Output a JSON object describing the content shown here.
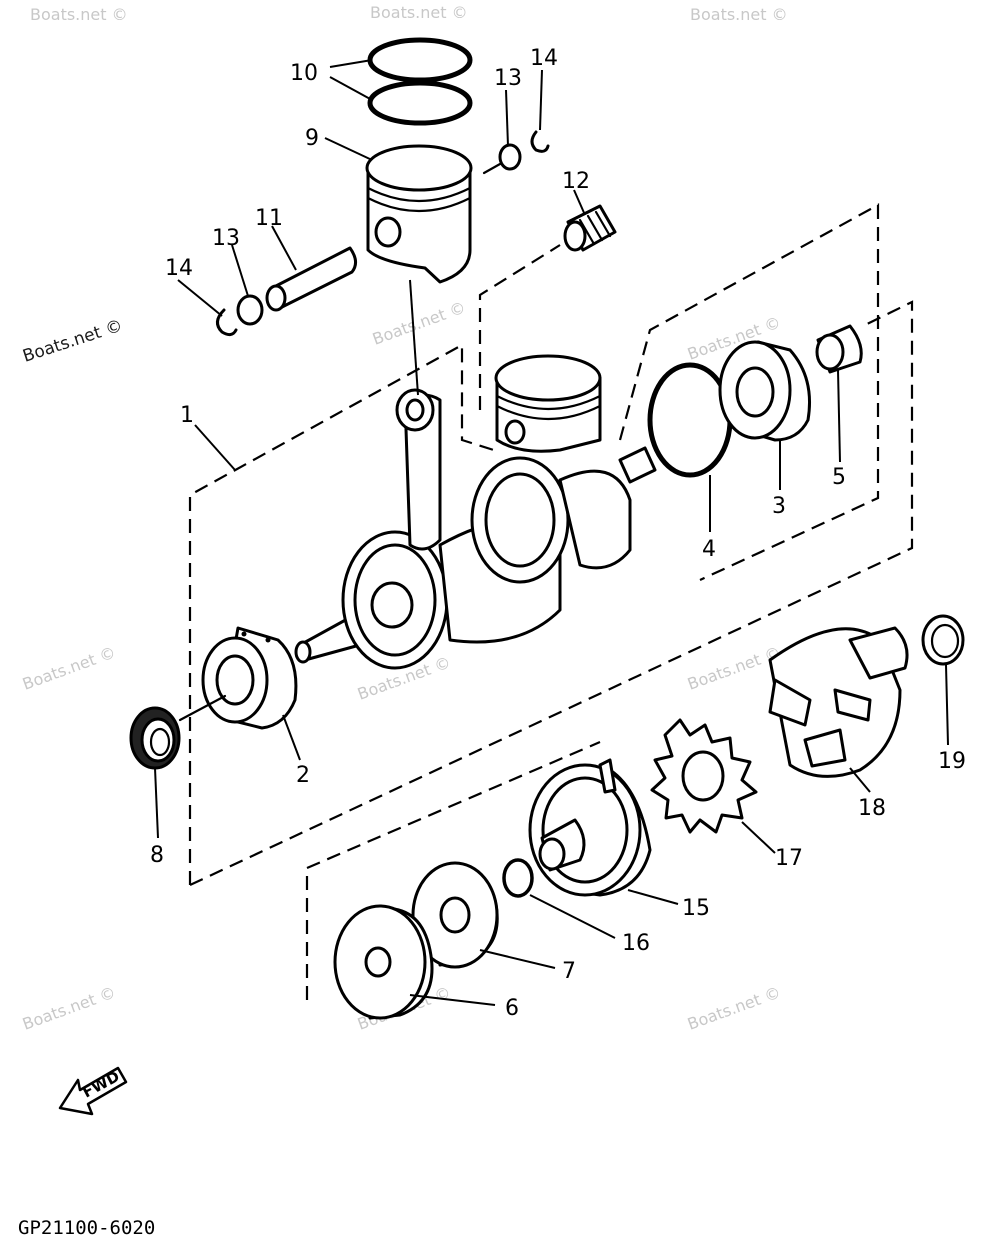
{
  "diagram": {
    "watermark": "Boats.net ©",
    "watermark_dark": "Boats.net ©",
    "diagram_code": "GP21100-6020",
    "direction_label": "FWD",
    "callouts": {
      "c1": "1",
      "c2": "2",
      "c3": "3",
      "c4": "4",
      "c5": "5",
      "c6": "6",
      "c7": "7",
      "c8": "8",
      "c9": "9",
      "c10": "10",
      "c11": "11",
      "c12": "12",
      "c13a": "13",
      "c13b": "13",
      "c14a": "14",
      "c14b": "14",
      "c15": "15",
      "c16": "16",
      "c17": "17",
      "c18": "18",
      "c19": "19"
    }
  }
}
